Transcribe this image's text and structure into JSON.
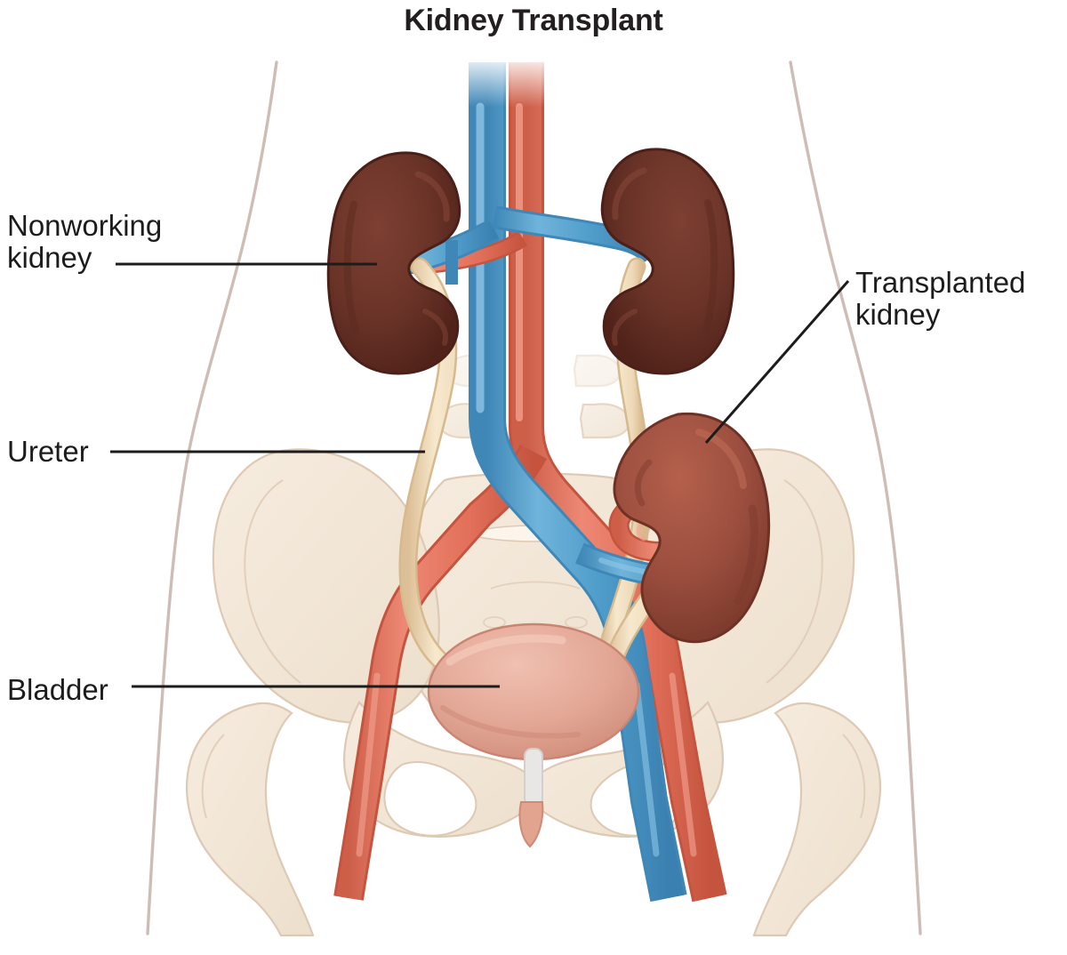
{
  "figure": {
    "title": "Kidney Transplant",
    "type": "medical-illustration",
    "subject": "Anterior view of abdomen and pelvis showing two nonworking native kidneys, a transplanted kidney in the right pelvis, ureters, and bladder",
    "background_color": "#ffffff",
    "title_color": "#231f20"
  },
  "labels": [
    {
      "id": "nonworking-kidney",
      "text": "Nonworking\nkidney",
      "side": "left",
      "leader": "horizontal",
      "points_to": "left native kidney"
    },
    {
      "id": "ureter",
      "text": "Ureter",
      "side": "left",
      "leader": "horizontal",
      "points_to": "left ureter"
    },
    {
      "id": "bladder",
      "text": "Bladder",
      "side": "left",
      "leader": "horizontal",
      "points_to": "bladder"
    },
    {
      "id": "transplanted-kidney",
      "text": "Transplanted\nkidney",
      "side": "right",
      "leader": "diagonal",
      "points_to": "transplanted kidney in right pelvis"
    }
  ],
  "colors": {
    "kidney_native": "#6b3428",
    "kidney_native_shadow": "#4e2218",
    "kidney_transplant": "#9d4f3f",
    "kidney_transplant_shadow": "#7c3a2c",
    "artery": "#e2705a",
    "artery_shade": "#c65742",
    "vein": "#56a3d1",
    "vein_shade": "#3f87b7",
    "ureter": "#eed9b7",
    "ureter_shade": "#d6b98d",
    "bone": "#f2e6d8",
    "bone_line": "#ddc9b4",
    "bladder": "#e3a796",
    "bladder_shade": "#cf8d79",
    "urethra": "#e6e4e4",
    "body_outline": "#cbb9b2",
    "leader_line": "#1c1c1c"
  },
  "structures": [
    "nonworking left kidney",
    "nonworking right kidney",
    "inferior vena cava",
    "abdominal aorta",
    "renal arteries",
    "renal veins",
    "left ureter",
    "right ureter",
    "common iliac arteries",
    "common iliac veins",
    "transplanted kidney",
    "transplanted renal artery",
    "transplanted renal vein",
    "transplanted ureter",
    "bladder",
    "urethra",
    "pelvic bones",
    "sacrum",
    "femurs",
    "lumbar vertebrae",
    "body outline"
  ]
}
